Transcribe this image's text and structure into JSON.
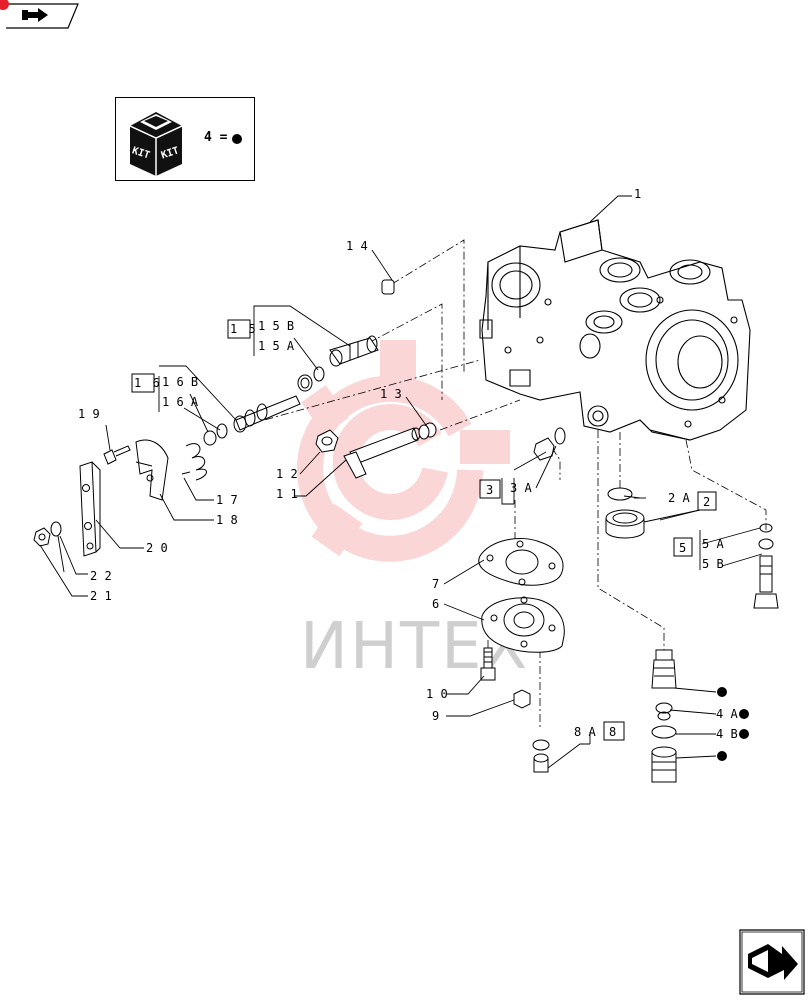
{
  "nav": {
    "prev_icon": "back-arrow-icon",
    "next_icon": "next-page-arrow-icon"
  },
  "kit_box": {
    "logo_text_left": "KIT",
    "logo_text_right": "KIT",
    "legend": "4 ="
  },
  "watermark": {
    "text": "ИНТЕХ",
    "color": "#e6202a"
  },
  "callouts": {
    "c1": "1",
    "c2a": "2 A",
    "c2": "2",
    "c3": "3",
    "c3a": "3 A",
    "c4a": "4 A",
    "c4b": "4 B",
    "c5": "5",
    "c5a": "5 A",
    "c5b": "5 B",
    "c6": "6",
    "c7": "7",
    "c8": "8",
    "c8a": "8 A",
    "c9": "9",
    "c10": "1 0",
    "c11": "1 1",
    "c12": "1 2",
    "c13": "1 3",
    "c14": "1 4",
    "c15": "1 5",
    "c15a": "1 5 A",
    "c15b": "1 5 B",
    "c16": "1 6",
    "c16a": "1 6 A",
    "c16b": "1 6 B",
    "c17": "1 7",
    "c18": "1 8",
    "c19": "1 9",
    "c20": "2 0",
    "c21": "2 1",
    "c22": "2 2"
  }
}
